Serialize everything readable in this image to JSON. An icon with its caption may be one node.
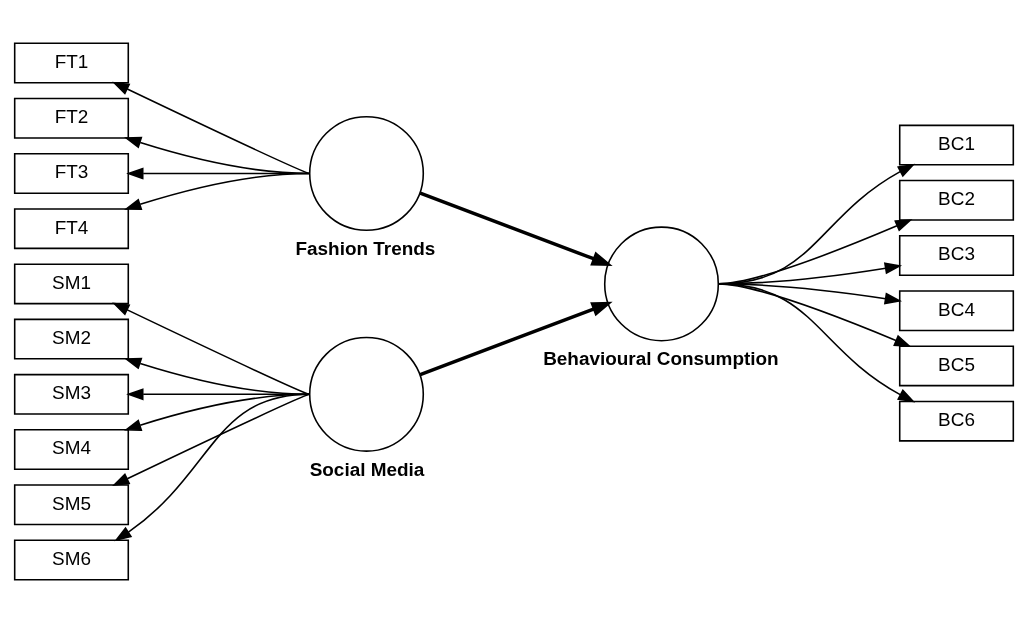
{
  "diagram": {
    "nodes": [
      {
        "text": [
          "FT1"
        ]
      },
      {
        "text": [
          "FT2"
        ]
      },
      {
        "text": [
          "FT3"
        ]
      },
      {
        "text": [
          "FT4"
        ]
      },
      {
        "text": [],
        "shape": "circle",
        "beside": [
          "Fashion Trends"
        ]
      },
      {
        "text": [
          "SM1"
        ]
      },
      {
        "text": [
          "SM2"
        ]
      },
      {
        "text": [
          "SM3"
        ]
      },
      {
        "text": [
          "SM4"
        ]
      },
      {
        "text": [
          "SM5"
        ]
      },
      {
        "text": [
          "SM6"
        ]
      },
      {
        "text": [],
        "shape": "circle",
        "beside": [
          "Social Media"
        ]
      },
      {
        "text": [],
        "shape": "circle",
        "beside": [
          "Behavioural Consumption"
        ]
      },
      {
        "text": [
          "BC1"
        ]
      },
      {
        "text": [
          "BC2"
        ]
      },
      {
        "text": [
          "BC3"
        ]
      },
      {
        "text": [
          "BC4"
        ]
      },
      {
        "text": [
          "BC5"
        ]
      },
      {
        "text": [
          "BC6"
        ]
      }
    ],
    "edges": [
      {
        "from": 4,
        "to": 0,
        "arrow": "to"
      },
      {
        "from": 4,
        "to": 1,
        "arrow": "to"
      },
      {
        "from": 4,
        "to": 2,
        "arrow": "to"
      },
      {
        "from": 4,
        "to": 3,
        "arrow": "to"
      },
      {
        "from": 11,
        "to": 5,
        "arrow": "to"
      },
      {
        "from": 11,
        "to": 6,
        "arrow": "to"
      },
      {
        "from": 11,
        "to": 7,
        "arrow": "to"
      },
      {
        "from": 11,
        "to": 8,
        "arrow": "to"
      },
      {
        "from": 11,
        "to": 9,
        "arrow": "to"
      },
      {
        "from": 11,
        "to": 10,
        "arrow": "to"
      },
      {
        "from": 4,
        "to": 12,
        "arrow": "to",
        "style": "thick"
      },
      {
        "from": 11,
        "to": 12,
        "arrow": "to",
        "style": "thick"
      },
      {
        "from": 12,
        "to": 13,
        "arrow": "to"
      },
      {
        "from": 12,
        "to": 14,
        "arrow": "to"
      },
      {
        "from": 12,
        "to": 15,
        "arrow": "to"
      },
      {
        "from": 12,
        "to": 16,
        "arrow": "to"
      },
      {
        "from": 12,
        "to": 17,
        "arrow": "to"
      },
      {
        "from": 12,
        "to": 18,
        "arrow": "to"
      }
    ]
  }
}
